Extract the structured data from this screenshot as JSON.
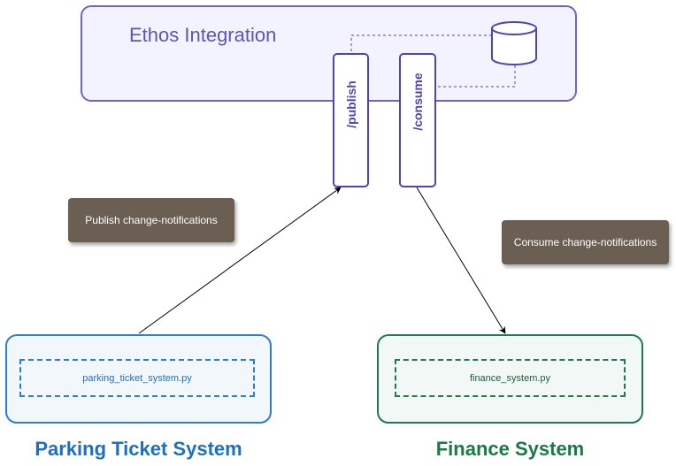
{
  "ethos": {
    "title": "Ethos Integration"
  },
  "endpoints": {
    "publish": "/publish",
    "consume": "/consume"
  },
  "notes": {
    "publish": "Publish change-notifications",
    "consume": "Consume change-notifications"
  },
  "parking": {
    "file": "parking_ticket_system.py",
    "title": "Parking Ticket System"
  },
  "finance": {
    "file": "finance_system.py",
    "title": "Finance System"
  },
  "colors": {
    "ethos_border": "#6b66c4",
    "endpoint_border": "#4a46b8",
    "note_fill": "#6b5e53",
    "parking_blue": "#1c6fc2",
    "finance_green": "#1a7a46"
  },
  "icons": {
    "datastore": "database-cylinder-icon"
  }
}
